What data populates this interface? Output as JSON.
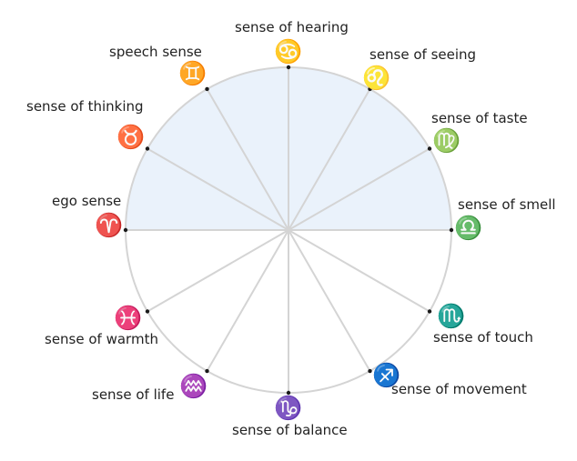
{
  "colors": {
    "upper_half_fill": "#eaf2fb",
    "circle_stroke": "#d4d4d4",
    "spoke_stroke": "#d4d4d4",
    "dot": "#1a1a1a",
    "glyph": "#1e2a3a",
    "text": "#222222"
  },
  "senses": [
    {
      "label": "sense of hearing",
      "sign": "Cancer",
      "glyph": "♋",
      "icon": "cancer-icon"
    },
    {
      "label": "sense of seeing",
      "sign": "Leo",
      "glyph": "♌",
      "icon": "leo-icon"
    },
    {
      "label": "sense of taste",
      "sign": "Virgo",
      "glyph": "♍",
      "icon": "virgo-icon"
    },
    {
      "label": "sense of smell",
      "sign": "Libra",
      "glyph": "♎",
      "icon": "libra-icon"
    },
    {
      "label": "sense of touch",
      "sign": "Scorpio",
      "glyph": "♏",
      "icon": "scorpio-icon"
    },
    {
      "label": "sense of movement",
      "sign": "Sagittarius",
      "glyph": "♐",
      "icon": "sagittarius-icon"
    },
    {
      "label": "sense of balance",
      "sign": "Capricorn",
      "glyph": "♑",
      "icon": "capricorn-icon"
    },
    {
      "label": "sense of life",
      "sign": "Aquarius",
      "glyph": "♒",
      "icon": "aquarius-icon"
    },
    {
      "label": "sense of warmth",
      "sign": "Pisces",
      "glyph": "♓",
      "icon": "pisces-icon"
    },
    {
      "label": "ego sense",
      "sign": "Aries",
      "glyph": "♈",
      "icon": "aries-icon"
    },
    {
      "label": "sense of thinking",
      "sign": "Taurus",
      "glyph": "♉",
      "icon": "taurus-icon"
    },
    {
      "label": "speech sense",
      "sign": "Gemini",
      "glyph": "♊",
      "icon": "gemini-icon"
    }
  ]
}
